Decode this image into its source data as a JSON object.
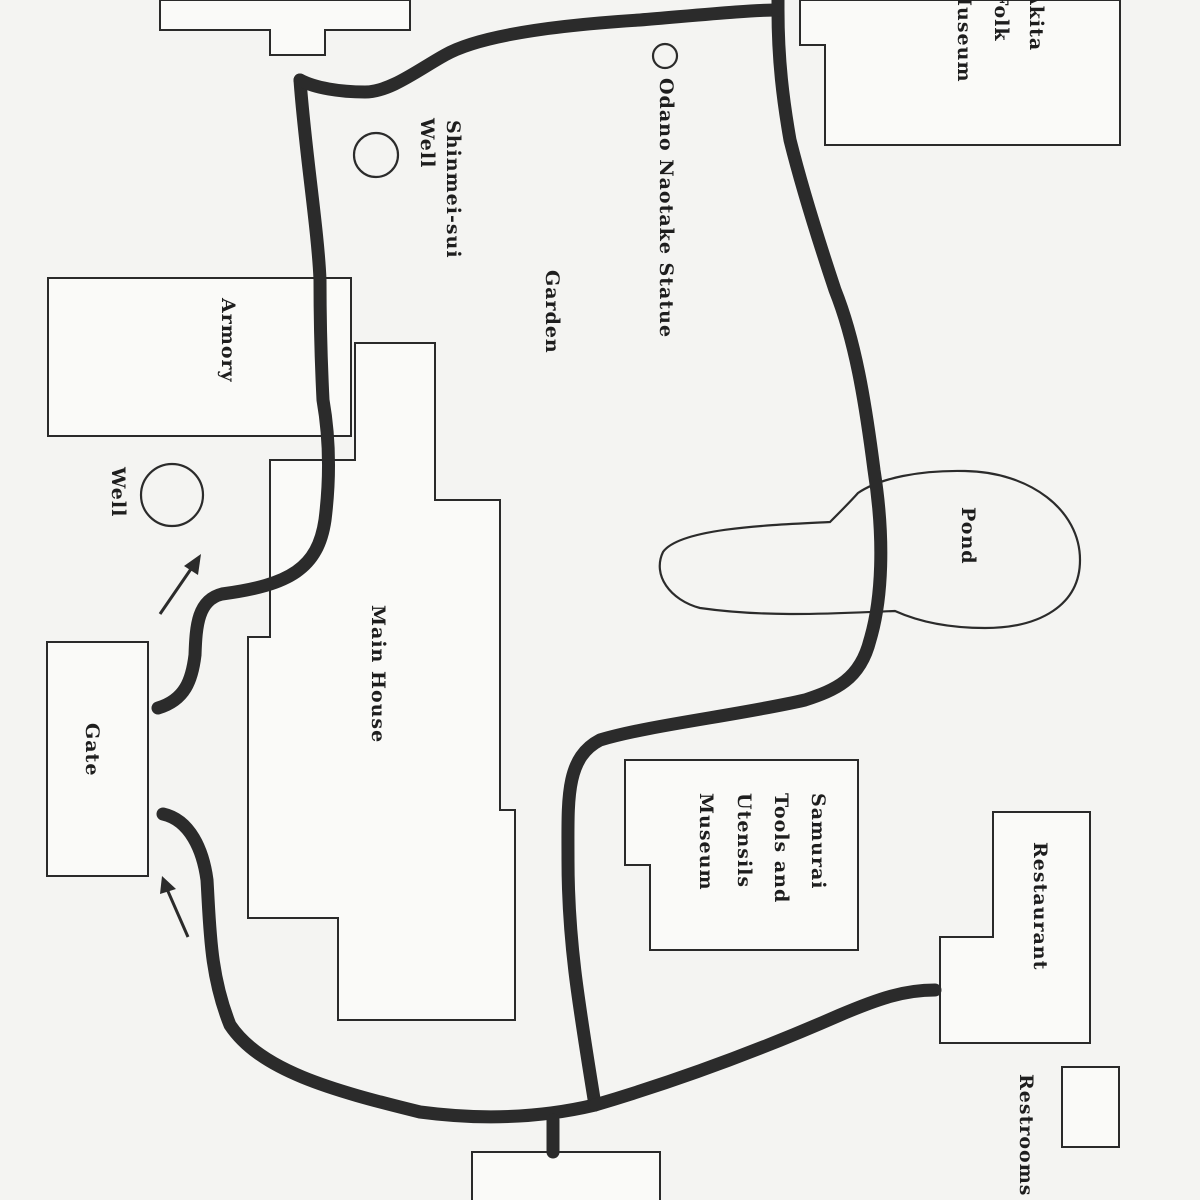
{
  "map": {
    "labels": {
      "folk_museum": [
        "Akita",
        "Folk",
        "Museum"
      ],
      "odano_statue": "Odano Naotake Statue",
      "shinmei_well": [
        "Shinmei-sui",
        "Well"
      ],
      "garden": "Garden",
      "armory": "Armory",
      "well": "Well",
      "pond": "Pond",
      "main_house": "Main House",
      "gate": "Gate",
      "samurai_museum": [
        "Samurai",
        "Tools and",
        "Utensils",
        "Museum"
      ],
      "restaurant": "Restaurant",
      "restrooms": "Restrooms"
    }
  }
}
